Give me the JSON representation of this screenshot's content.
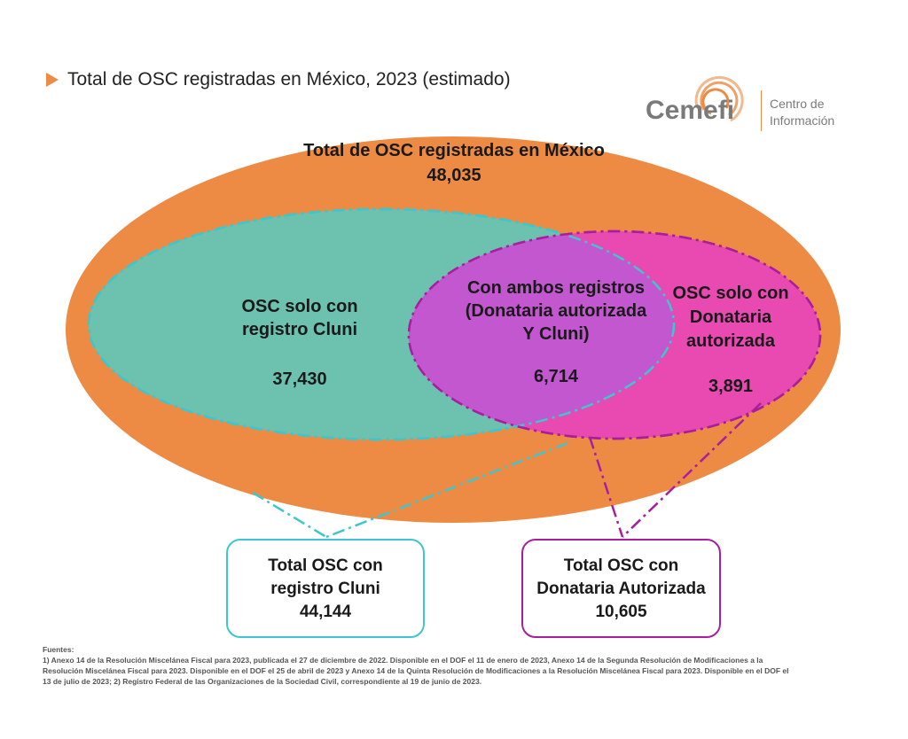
{
  "title": "Total de OSC registradas en México, 2023 (estimado)",
  "logo": {
    "name": "Cemefi",
    "subtitle_line1": "Centro de",
    "subtitle_line2": "Información"
  },
  "colors": {
    "total": "#ED8B45",
    "cluni": "#6CC1AF",
    "donataria": "#E84AB1",
    "ambos": "#C257D0",
    "cluni_border": "#3CC7CF",
    "donataria_border": "#A81E9E"
  },
  "diagram": {
    "total": {
      "label": "Total de OSC registradas en México",
      "value": "48,035"
    },
    "solo_cluni": {
      "line1": "OSC solo con",
      "line2": "registro Cluni",
      "value": "37,430"
    },
    "ambos": {
      "line1": "Con ambos registros",
      "line2": "(Donataria autorizada",
      "line3": "Y Cluni)",
      "value": "6,714"
    },
    "solo_donataria": {
      "line1": "OSC solo con",
      "line2": "Donataria",
      "line3": "autorizada",
      "value": "3,891"
    },
    "total_cluni": {
      "line1": "Total OSC con",
      "line2": "registro Cluni",
      "value": "44,144"
    },
    "total_donataria": {
      "line1": "Total OSC con",
      "line2": "Donataria Autorizada",
      "value": "10,605"
    }
  },
  "sources": {
    "heading": "Fuentes:",
    "line1": "1) Anexo 14 de la Resolución Miscelánea Fiscal para 2023, publicada el 27 de diciembre de 2022. Disponible en el DOF el 11 de enero de 2023, Anexo 14 de la Segunda Resolución de Modificaciones a la",
    "line2": "Resolución Miscelánea Fiscal para 2023. Disponible en el DOF el 25 de abril de 2023 y Anexo 14 de la Quinta Resolución de Modificaciones a la Resolución Miscelánea Fiscal para 2023. Disponible en el DOF el",
    "line3": "13 de julio de 2023;  2) Registro Federal de las Organizaciones de la Sociedad Civil, correspondiente al 19 de junio de 2023."
  }
}
